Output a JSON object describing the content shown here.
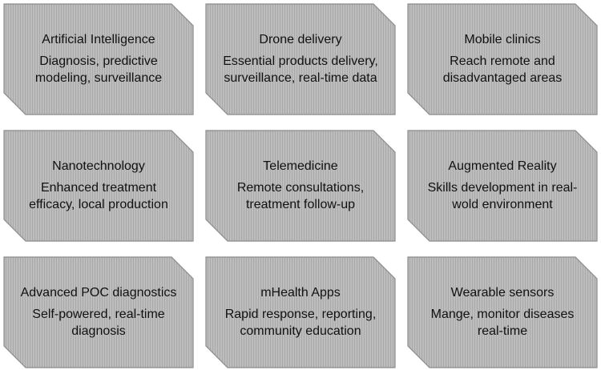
{
  "colors": {
    "fill": "#bdbdbd",
    "stripe": "#a9a9a9",
    "border": "#8a8a8a",
    "text": "#111111"
  },
  "cards": [
    {
      "title": "Artificial Intelligence",
      "desc": [
        "Diagnosis, predictive",
        "modeling, surveillance"
      ]
    },
    {
      "title": "Drone delivery",
      "desc": [
        "Essential products delivery,",
        "surveillance, real-time data"
      ]
    },
    {
      "title": "Mobile clinics",
      "desc": [
        "Reach remote and",
        "disadvantaged areas"
      ]
    },
    {
      "title": "Nanotechnology",
      "desc": [
        "Enhanced treatment",
        "efficacy, local production"
      ]
    },
    {
      "title": "Telemedicine",
      "desc": [
        "Remote consultations,",
        "treatment follow-up"
      ]
    },
    {
      "title": "Augmented Reality",
      "desc": [
        "Skills development in real-",
        "wold environment"
      ]
    },
    {
      "title": "Advanced POC diagnostics",
      "desc": [
        "Self-powered, real-time",
        "diagnosis"
      ]
    },
    {
      "title": "mHealth Apps",
      "desc": [
        "Rapid response, reporting,",
        "community education"
      ]
    },
    {
      "title": "Wearable sensors",
      "desc": [
        "Mange, monitor diseases",
        "real-time"
      ]
    }
  ]
}
